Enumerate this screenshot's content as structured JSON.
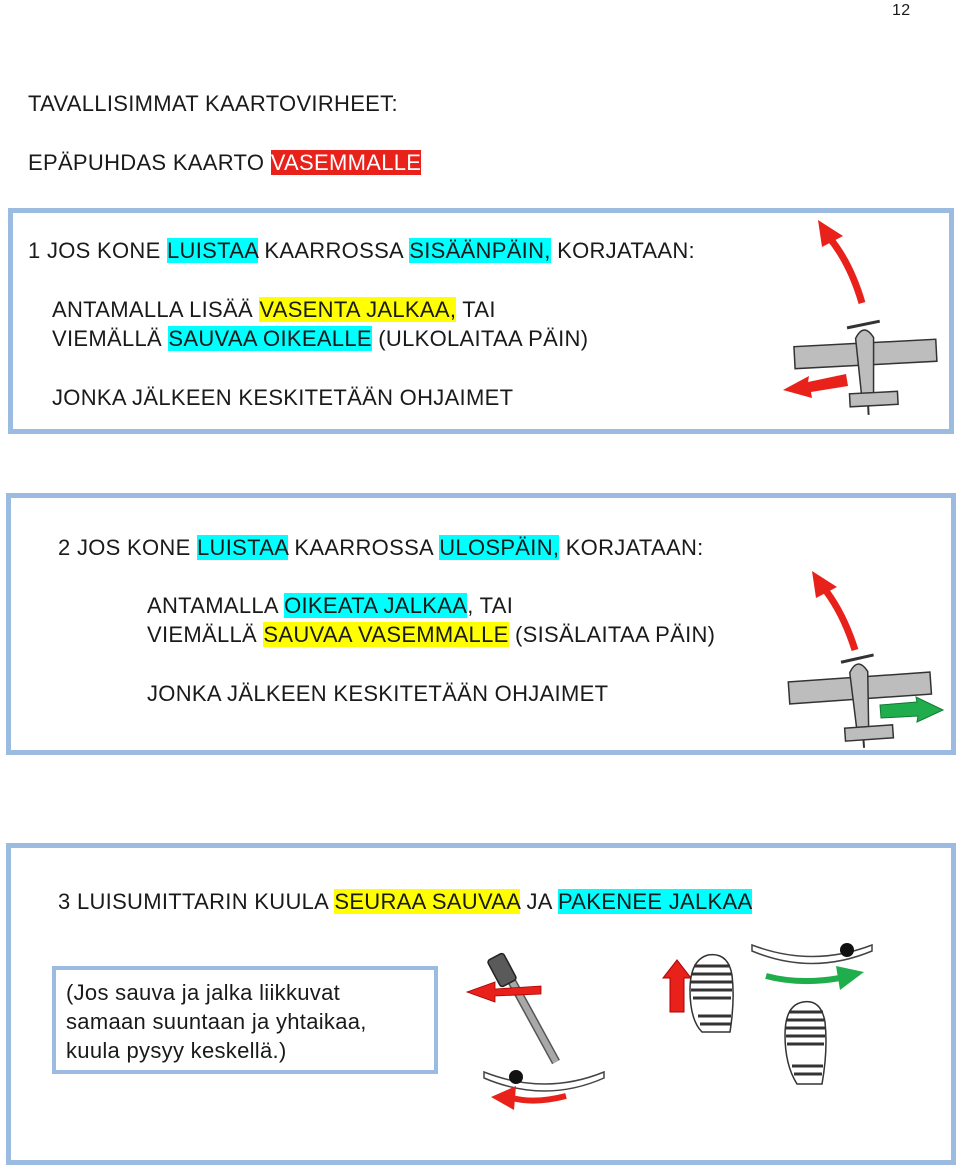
{
  "page_number": "12",
  "title": "TAVALLISIMMAT  KAARTOVIRHEET:",
  "subtitle": {
    "prefix": "EPÄPUHDAS  KAARTO  ",
    "highlight": "VASEMMALLE"
  },
  "section1": {
    "heading": {
      "num": "1  JOS KONE ",
      "h1": "LUISTAA",
      "mid": " KAARROSSA ",
      "h2": "SISÄÄNPÄIN,",
      "end": " KORJATAAN:"
    },
    "line1": {
      "pre": "ANTAMALLA  LISÄÄ  ",
      "hl": "VASENTA  JALKAA,",
      "post": "  TAI"
    },
    "line2": {
      "pre": "VIEMÄLLÄ ",
      "hl": "SAUVAA OIKEALLE",
      "post": " (ULKOLAITAA PÄIN)"
    },
    "line3": "JONKA JÄLKEEN KESKITETÄÄN OHJAIMET"
  },
  "section2": {
    "heading": {
      "num": "2  JOS KONE ",
      "h1": "LUISTAA",
      "mid": " KAARROSSA ",
      "h2": "ULOSPÄIN,",
      "end": " KORJATAAN:"
    },
    "line1": {
      "pre": "ANTAMALLA  ",
      "hl": "OIKEATA  JALKAA",
      "post": ",  TAI"
    },
    "line2": {
      "pre": "VIEMÄLLÄ ",
      "hl": "SAUVAA VASEMMALLE",
      "post": "  (SISÄLAITAA PÄIN)"
    },
    "line3": "JONKA JÄLKEEN KESKITETÄÄN OHJAIMET"
  },
  "section3": {
    "heading": {
      "num": "3  LUISUMITTARIN  KUULA  ",
      "h1": "SEURAA  SAUVAA",
      "mid": "  JA  ",
      "h2": "PAKENEE  JALKAA"
    },
    "note": {
      "line1": "(Jos  sauva  ja  jalka  liikkuvat",
      "line2": "samaan  suuntaan  ja  yhtaikaa,",
      "line3": "kuula  pysyy  keskellä.)"
    }
  },
  "colors": {
    "box_border": "#9bbbe0",
    "red": "#e8211b",
    "green": "#1fae4b",
    "cyan": "#00ffff",
    "yellow": "#ffff00",
    "plane_gray": "#bdbdbd"
  },
  "icons": [
    "airplane-icon",
    "curved-arrow-icon",
    "control-stick-icon",
    "footprint-icon",
    "slip-indicator-icon"
  ]
}
